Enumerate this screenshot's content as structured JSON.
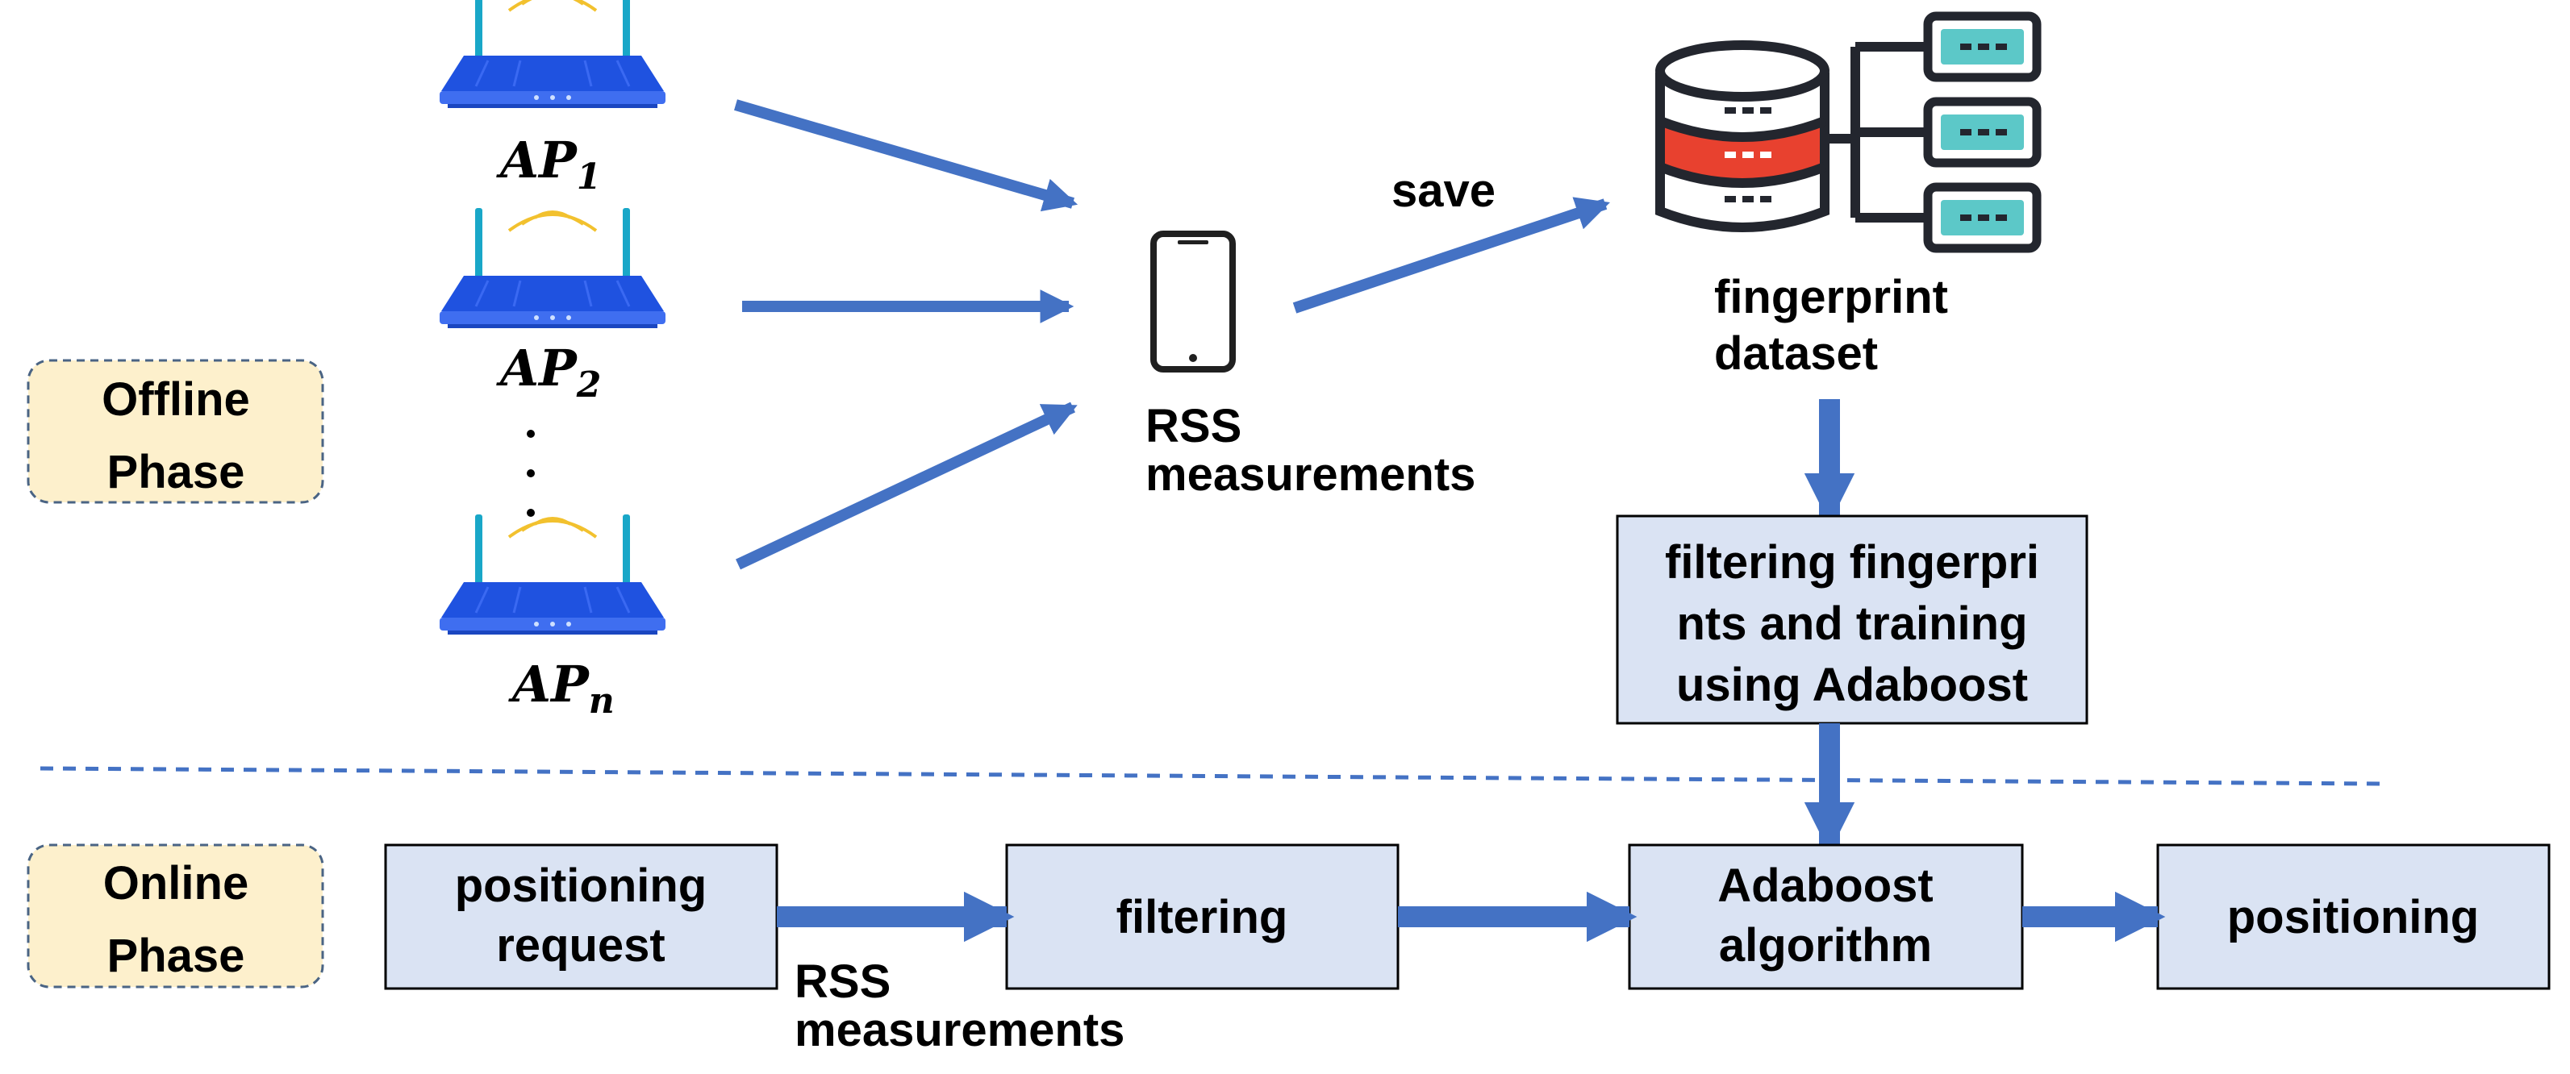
{
  "phases": {
    "offline": [
      "Offline",
      "Phase"
    ],
    "online": [
      "Online",
      "Phase"
    ]
  },
  "access_points": [
    {
      "base": "AP",
      "sub": "1"
    },
    {
      "base": "AP",
      "sub": "2"
    },
    {
      "base": "AP",
      "sub": "n"
    }
  ],
  "ellipsis": "⋮",
  "edge_labels": {
    "save": "save",
    "rss_offline": [
      "RSS",
      "measurements"
    ],
    "rss_online": [
      "RSS",
      "measurements"
    ]
  },
  "fingerprint_dataset": [
    "fingerprint",
    "dataset"
  ],
  "boxes": {
    "filtering_training": [
      "filtering fingerpri",
      "nts and training",
      "using Adaboost"
    ],
    "positioning_request": [
      "positioning",
      "request"
    ],
    "filtering": [
      "filtering"
    ],
    "adaboost": [
      "Adaboost",
      "algorithm"
    ],
    "positioning": [
      "positioning"
    ]
  },
  "colors": {
    "box_fill": "#dae3f3",
    "arrow": "#4472c4",
    "phase_fill": "#fdf0cc",
    "phase_stroke": "#4a6484",
    "router": "#1f52e0",
    "antenna": "#19a7c8",
    "db_red": "#e8412f",
    "db_teal": "#5cc8c8",
    "db_dark": "#23262e"
  }
}
